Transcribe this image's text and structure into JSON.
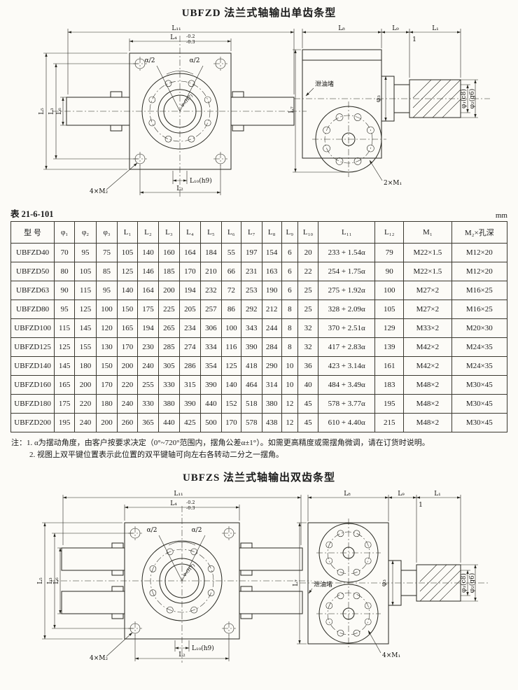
{
  "page": {
    "title_single": "UBFZD 法兰式轴输出单齿条型",
    "title_double": "UBFZS 法兰式轴输出双齿条型",
    "table_no": "表 21-6-101",
    "unit": "mm"
  },
  "dims": {
    "L1": "L₁",
    "L2": "L₂",
    "L3": "L₃",
    "L4": "L₄",
    "L5": "L₅",
    "L6": "L₆",
    "L7": "L₇",
    "L8": "L₈",
    "L9": "L₉",
    "L10": "L₁₀(h9)",
    "L11": "L₁₁",
    "tol_up": "-0.2",
    "tol_dn": "-0.3",
    "alpha": "α/2",
    "phi1": "φ₁(c8)",
    "phi2": "φ₂(g6)",
    "phi3": "φ₃",
    "phi3h7": "φ₃(H7)",
    "m1x2": "2×M₁",
    "m1x4": "4×M₁",
    "m2x4": "4×M₂",
    "oil": "泄油堵",
    "one": "1"
  },
  "table": {
    "headers": [
      "型 号",
      "φ₁",
      "φ₂",
      "φ₃",
      "L₁",
      "L₂",
      "L₃",
      "L₄",
      "L₅",
      "L₆",
      "L₇",
      "L₈",
      "L₉",
      "L₁₀",
      "L₁₁",
      "L₁₂",
      "M₁",
      "M₂×孔深"
    ],
    "rows": [
      [
        "UBFZD40",
        "70",
        "95",
        "75",
        "105",
        "140",
        "160",
        "164",
        "184",
        "55",
        "197",
        "154",
        "6",
        "20",
        "233 + 1.54α",
        "79",
        "M22×1.5",
        "M12×20"
      ],
      [
        "UBFZD50",
        "80",
        "105",
        "85",
        "125",
        "146",
        "185",
        "170",
        "210",
        "66",
        "231",
        "163",
        "6",
        "22",
        "254 + 1.75α",
        "90",
        "M22×1.5",
        "M12×20"
      ],
      [
        "UBFZD63",
        "90",
        "115",
        "95",
        "140",
        "164",
        "200",
        "194",
        "232",
        "72",
        "253",
        "190",
        "6",
        "25",
        "275 + 1.92α",
        "100",
        "M27×2",
        "M16×25"
      ],
      [
        "UBFZD80",
        "95",
        "125",
        "100",
        "150",
        "175",
        "225",
        "205",
        "257",
        "86",
        "292",
        "212",
        "8",
        "25",
        "328 + 2.09α",
        "105",
        "M27×2",
        "M16×25"
      ],
      [
        "UBFZD100",
        "115",
        "145",
        "120",
        "165",
        "194",
        "265",
        "234",
        "306",
        "100",
        "343",
        "244",
        "8",
        "32",
        "370 + 2.51α",
        "129",
        "M33×2",
        "M20×30"
      ],
      [
        "UBFZD125",
        "125",
        "155",
        "130",
        "170",
        "230",
        "285",
        "274",
        "334",
        "116",
        "390",
        "284",
        "8",
        "32",
        "417 + 2.83α",
        "139",
        "M42×2",
        "M24×35"
      ],
      [
        "UBFZD140",
        "145",
        "180",
        "150",
        "200",
        "240",
        "305",
        "286",
        "354",
        "125",
        "418",
        "290",
        "10",
        "36",
        "423 + 3.14α",
        "161",
        "M42×2",
        "M24×35"
      ],
      [
        "UBFZD160",
        "165",
        "200",
        "170",
        "220",
        "255",
        "330",
        "315",
        "390",
        "140",
        "464",
        "314",
        "10",
        "40",
        "484 + 3.49α",
        "183",
        "M48×2",
        "M30×45"
      ],
      [
        "UBFZD180",
        "175",
        "220",
        "180",
        "240",
        "330",
        "380",
        "390",
        "440",
        "152",
        "518",
        "380",
        "12",
        "45",
        "578 + 3.77α",
        "195",
        "M48×2",
        "M30×45"
      ],
      [
        "UBFZD200",
        "195",
        "240",
        "200",
        "260",
        "365",
        "440",
        "425",
        "500",
        "170",
        "578",
        "438",
        "12",
        "45",
        "610 + 4.40α",
        "215",
        "M48×2",
        "M30×45"
      ]
    ]
  },
  "notes": {
    "line1": "注：1. α为摆动角度，由客户按要求决定（0°~720°范围内，摆角公差α±1°）。如需更高精度或需摆角微调，请在订货时说明。",
    "line2": "2. 视图上双平键位置表示此位置的双平键轴可向左右各转动二分之一摆角。"
  }
}
